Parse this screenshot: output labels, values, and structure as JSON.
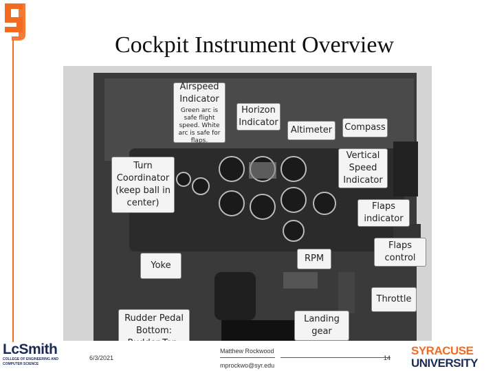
{
  "slide": {
    "title": "Cockpit Instrument Overview",
    "footer": {
      "date": "6/3/2021",
      "author": "Matthew Rockwood",
      "email": "mprockwo@syr.edu",
      "page": "14"
    },
    "logos": {
      "lcsmith_name": "LcSmith",
      "lcsmith_sub": "COLLEGE OF ENGINEERING AND COMPUTER SCIENCE",
      "syracuse_line1": "SYRACUSE",
      "syracuse_line2": "UNIVERSITY"
    }
  },
  "callouts": [
    {
      "id": "airspeed",
      "label": "Airspeed Indicator",
      "note": "Green arc is safe flight speed. White arc is safe for flaps."
    },
    {
      "id": "horizon",
      "label": "Horizon Indicator",
      "note": ""
    },
    {
      "id": "altimeter",
      "label": "Altimeter",
      "note": ""
    },
    {
      "id": "compass",
      "label": "Compass",
      "note": ""
    },
    {
      "id": "turn",
      "label": "Turn Coordinator (keep ball in center)",
      "note": ""
    },
    {
      "id": "vsi",
      "label": "Vertical Speed Indicator",
      "note": ""
    },
    {
      "id": "flaps-ind",
      "label": "Flaps indicator",
      "note": ""
    },
    {
      "id": "flaps-ctrl",
      "label": "Flaps control",
      "note": ""
    },
    {
      "id": "yoke",
      "label": "Yoke",
      "note": ""
    },
    {
      "id": "rpm",
      "label": "RPM",
      "note": ""
    },
    {
      "id": "throttle",
      "label": "Throttle",
      "note": ""
    },
    {
      "id": "rudder",
      "label": "Rudder Pedal Bottom: Rudder Top: Brakes",
      "note": ""
    },
    {
      "id": "landing",
      "label": "Landing gear",
      "note": ""
    }
  ],
  "colors": {
    "orange": "#f26b21",
    "navy": "#1c2a56"
  }
}
